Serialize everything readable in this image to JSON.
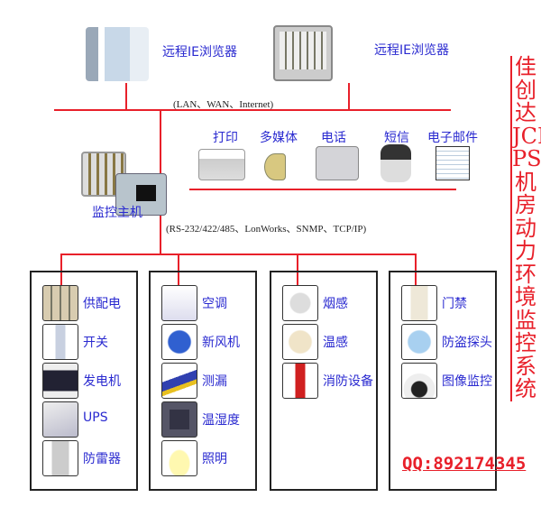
{
  "remote_clients": [
    {
      "label": "远程IE浏览器"
    },
    {
      "label": "远程IE浏览器"
    }
  ],
  "network_label": "(LAN、WAN、Internet)",
  "host_label": "监控主机",
  "protocol_label": "(RS-232/422/485、LonWorks、SNMP、TCP/IP)",
  "alarm_outputs": [
    {
      "label": "打印",
      "icon": "printer-icon"
    },
    {
      "label": "多媒体",
      "icon": "speaker-icon"
    },
    {
      "label": "电话",
      "icon": "telephone-icon"
    },
    {
      "label": "短信",
      "icon": "mobile-phone-icon"
    },
    {
      "label": "电子邮件",
      "icon": "email-icon"
    }
  ],
  "groups": [
    {
      "items": [
        {
          "label": "供配电",
          "icon": "power-cabinet-icon"
        },
        {
          "label": "开关",
          "icon": "breaker-icon"
        },
        {
          "label": "发电机",
          "icon": "generator-icon"
        },
        {
          "label": "UPS",
          "icon": "ups-icon"
        },
        {
          "label": "防雷器",
          "icon": "surge-protector-icon"
        }
      ]
    },
    {
      "items": [
        {
          "label": "空调",
          "icon": "air-conditioner-icon"
        },
        {
          "label": "新风机",
          "icon": "fan-icon"
        },
        {
          "label": "测漏",
          "icon": "leak-detector-icon"
        },
        {
          "label": "温湿度",
          "icon": "thermo-hygrometer-icon"
        },
        {
          "label": "照明",
          "icon": "light-bulb-icon"
        }
      ]
    },
    {
      "items": [
        {
          "label": "烟感",
          "icon": "smoke-detector-icon"
        },
        {
          "label": "温感",
          "icon": "heat-detector-icon"
        },
        {
          "label": "消防设备",
          "icon": "fire-extinguisher-icon"
        }
      ]
    },
    {
      "items": [
        {
          "label": "门禁",
          "icon": "access-control-icon"
        },
        {
          "label": "防盗探头",
          "icon": "motion-sensor-icon"
        },
        {
          "label": "图像监控",
          "icon": "dome-camera-icon"
        }
      ]
    }
  ],
  "side_title": "佳创达JCD-PSMS机房动力环境监控系统",
  "qq": "QQ:892174345",
  "colors": {
    "line": "#e8202a",
    "label": "#2a2ad0"
  }
}
